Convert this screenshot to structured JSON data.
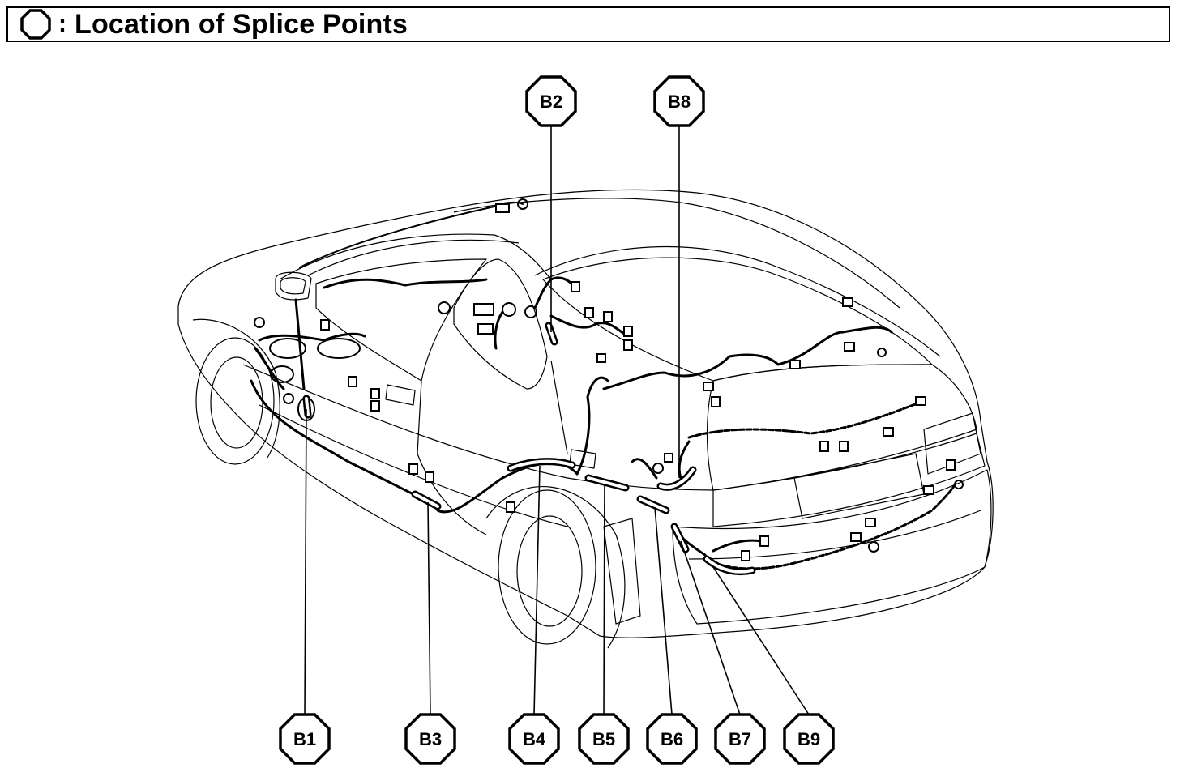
{
  "header": {
    "symbol_name": "octagon-outline-icon",
    "colon": ":",
    "title": "Location of Splice Points"
  },
  "splice_points": [
    {
      "id": "B1"
    },
    {
      "id": "B2"
    },
    {
      "id": "B3"
    },
    {
      "id": "B4"
    },
    {
      "id": "B5"
    },
    {
      "id": "B6"
    },
    {
      "id": "B7"
    },
    {
      "id": "B8"
    },
    {
      "id": "B9"
    }
  ]
}
